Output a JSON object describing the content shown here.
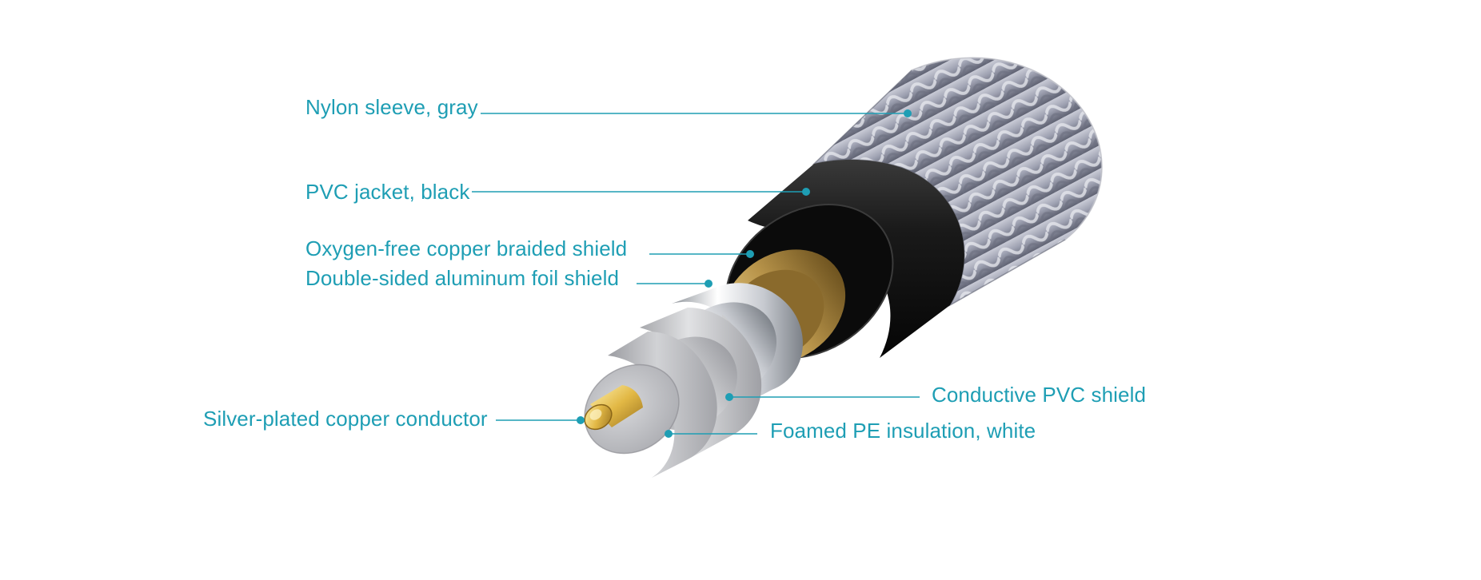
{
  "colors": {
    "label": "#1e9eb4",
    "leader_line": "#1e9eb4",
    "sleeve": "#8c8f9e",
    "jacket": "#111111",
    "copper_braid": "#b8944a",
    "aluminum_foil": "#d7dadf",
    "conductive_pvc": "#c9cacd",
    "foamed_pe": "#b9babe",
    "conductor": "#e2b845"
  },
  "labels": {
    "nylon_sleeve": "Nylon sleeve, gray",
    "pvc_jacket": "PVC jacket, black",
    "copper_shield": "Oxygen-free copper braided shield",
    "foil_shield": "Double-sided aluminum foil shield",
    "conductor": "Silver-plated copper conductor",
    "conductive_pvc": "Conductive PVC shield",
    "foamed_pe": "Foamed PE insulation, white"
  }
}
